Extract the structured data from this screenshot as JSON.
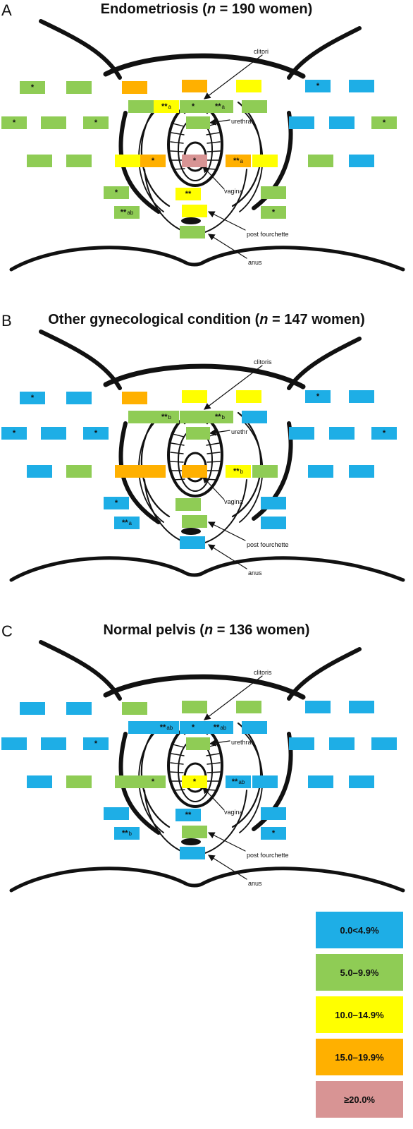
{
  "colors": {
    "blue": "#1EAEE6",
    "green": "#8FCC55",
    "yellow": "#FFFF00",
    "orange": "#FFB000",
    "pink": "#D89494"
  },
  "legend": [
    {
      "label": "0.0<4.9%",
      "color": "blue"
    },
    {
      "label": "5.0–9.9%",
      "color": "green"
    },
    {
      "label": "10.0–14.9%",
      "color": "yellow"
    },
    {
      "label": "15.0–19.9%",
      "color": "orange"
    },
    {
      "label": "≥20.0%",
      "color": "pink"
    }
  ],
  "panels": [
    {
      "letter": "A",
      "title_prefix": "Endometriosis (",
      "title_n": "n",
      "title_suffix": " = 190 women)",
      "labels": {
        "clitoris": "clitori",
        "urethra": "urethra",
        "vagina": "vagina",
        "post_fourchette": "post fourchette",
        "anus": "anus"
      },
      "cells": [
        {
          "color": "green",
          "mark": "*",
          "sup": ""
        },
        {
          "color": "green",
          "mark": "",
          "sup": ""
        },
        {
          "color": "orange",
          "mark": "",
          "sup": ""
        },
        {
          "color": "orange",
          "mark": "",
          "sup": ""
        },
        {
          "color": "yellow",
          "mark": "",
          "sup": ""
        },
        {
          "color": "blue",
          "mark": "*",
          "sup": ""
        },
        {
          "color": "blue",
          "mark": "",
          "sup": ""
        },
        {
          "color": "green",
          "mark": "",
          "sup": ""
        },
        {
          "color": "yellow",
          "mark": "**",
          "sup": "a"
        },
        {
          "color": "green",
          "mark": "*",
          "sup": ""
        },
        {
          "color": "green",
          "mark": "**",
          "sup": "a"
        },
        {
          "color": "green",
          "mark": "",
          "sup": ""
        },
        {
          "color": "green",
          "mark": "*",
          "sup": ""
        },
        {
          "color": "green",
          "mark": "",
          "sup": ""
        },
        {
          "color": "green",
          "mark": "*",
          "sup": ""
        },
        {
          "color": "green",
          "mark": "",
          "sup": ""
        },
        {
          "color": "blue",
          "mark": "",
          "sup": ""
        },
        {
          "color": "blue",
          "mark": "",
          "sup": ""
        },
        {
          "color": "green",
          "mark": "*",
          "sup": ""
        },
        {
          "color": "green",
          "mark": "",
          "sup": ""
        },
        {
          "color": "green",
          "mark": "",
          "sup": ""
        },
        {
          "color": "yellow",
          "mark": "",
          "sup": ""
        },
        {
          "color": "orange",
          "mark": "*",
          "sup": ""
        },
        {
          "color": "pink",
          "mark": "*",
          "sup": ""
        },
        {
          "color": "orange",
          "mark": "**",
          "sup": "a"
        },
        {
          "color": "yellow",
          "mark": "",
          "sup": ""
        },
        {
          "color": "green",
          "mark": "",
          "sup": ""
        },
        {
          "color": "blue",
          "mark": "",
          "sup": ""
        },
        {
          "color": "green",
          "mark": "*",
          "sup": ""
        },
        {
          "color": "yellow",
          "mark": "**",
          "sup": ""
        },
        {
          "color": "green",
          "mark": "",
          "sup": ""
        },
        {
          "color": "green",
          "mark": "**",
          "sup": "ab"
        },
        {
          "color": "yellow",
          "mark": "",
          "sup": ""
        },
        {
          "color": "green",
          "mark": "*",
          "sup": ""
        },
        {
          "color": "green",
          "mark": "",
          "sup": ""
        }
      ]
    },
    {
      "letter": "B",
      "title_prefix": "Other gynecological condition (",
      "title_n": "n",
      "title_suffix": " = 147 women)",
      "labels": {
        "clitoris": "clitoris",
        "urethra": "urethr",
        "vagina": "vagina",
        "post_fourchette": "post fourchette",
        "anus": "anus"
      },
      "cells": [
        {
          "color": "blue",
          "mark": "*",
          "sup": ""
        },
        {
          "color": "blue",
          "mark": "",
          "sup": ""
        },
        {
          "color": "orange",
          "mark": "",
          "sup": ""
        },
        {
          "color": "yellow",
          "mark": "",
          "sup": ""
        },
        {
          "color": "yellow",
          "mark": "",
          "sup": ""
        },
        {
          "color": "blue",
          "mark": "*",
          "sup": ""
        },
        {
          "color": "blue",
          "mark": "",
          "sup": ""
        },
        {
          "color": "green",
          "mark": "",
          "sup": ""
        },
        {
          "color": "green",
          "mark": "**",
          "sup": "b"
        },
        {
          "color": "green",
          "mark": "",
          "sup": ""
        },
        {
          "color": "green",
          "mark": "**",
          "sup": "b"
        },
        {
          "color": "blue",
          "mark": "",
          "sup": ""
        },
        {
          "color": "blue",
          "mark": "*",
          "sup": ""
        },
        {
          "color": "blue",
          "mark": "",
          "sup": ""
        },
        {
          "color": "blue",
          "mark": "*",
          "sup": ""
        },
        {
          "color": "green",
          "mark": "",
          "sup": ""
        },
        {
          "color": "blue",
          "mark": "",
          "sup": ""
        },
        {
          "color": "blue",
          "mark": "",
          "sup": ""
        },
        {
          "color": "blue",
          "mark": "*",
          "sup": ""
        },
        {
          "color": "blue",
          "mark": "",
          "sup": ""
        },
        {
          "color": "green",
          "mark": "",
          "sup": ""
        },
        {
          "color": "orange",
          "mark": "",
          "sup": ""
        },
        {
          "color": "orange",
          "mark": "",
          "sup": ""
        },
        {
          "color": "orange",
          "mark": "",
          "sup": ""
        },
        {
          "color": "yellow",
          "mark": "**",
          "sup": "b"
        },
        {
          "color": "green",
          "mark": "",
          "sup": ""
        },
        {
          "color": "blue",
          "mark": "",
          "sup": ""
        },
        {
          "color": "blue",
          "mark": "",
          "sup": ""
        },
        {
          "color": "blue",
          "mark": "*",
          "sup": ""
        },
        {
          "color": "green",
          "mark": "",
          "sup": ""
        },
        {
          "color": "blue",
          "mark": "",
          "sup": ""
        },
        {
          "color": "blue",
          "mark": "**",
          "sup": "a"
        },
        {
          "color": "green",
          "mark": "",
          "sup": ""
        },
        {
          "color": "blue",
          "mark": "",
          "sup": ""
        },
        {
          "color": "blue",
          "mark": "",
          "sup": ""
        }
      ]
    },
    {
      "letter": "C",
      "title_prefix": "Normal pelvis (",
      "title_n": "n",
      "title_suffix": " = 136 women)",
      "labels": {
        "clitoris": "clitoris",
        "urethra": "urethra",
        "vagina": "vagina",
        "post_fourchette": "post fourchette",
        "anus": "anus"
      },
      "cells": [
        {
          "color": "blue",
          "mark": "",
          "sup": ""
        },
        {
          "color": "blue",
          "mark": "",
          "sup": ""
        },
        {
          "color": "green",
          "mark": "",
          "sup": ""
        },
        {
          "color": "green",
          "mark": "",
          "sup": ""
        },
        {
          "color": "green",
          "mark": "",
          "sup": ""
        },
        {
          "color": "blue",
          "mark": "",
          "sup": ""
        },
        {
          "color": "blue",
          "mark": "",
          "sup": ""
        },
        {
          "color": "blue",
          "mark": "",
          "sup": ""
        },
        {
          "color": "blue",
          "mark": "**",
          "sup": "ab"
        },
        {
          "color": "blue",
          "mark": "*",
          "sup": ""
        },
        {
          "color": "blue",
          "mark": "**",
          "sup": "ab"
        },
        {
          "color": "blue",
          "mark": "",
          "sup": ""
        },
        {
          "color": "blue",
          "mark": "",
          "sup": ""
        },
        {
          "color": "blue",
          "mark": "",
          "sup": ""
        },
        {
          "color": "blue",
          "mark": "*",
          "sup": ""
        },
        {
          "color": "green",
          "mark": "",
          "sup": ""
        },
        {
          "color": "blue",
          "mark": "",
          "sup": ""
        },
        {
          "color": "blue",
          "mark": "",
          "sup": ""
        },
        {
          "color": "blue",
          "mark": "",
          "sup": ""
        },
        {
          "color": "blue",
          "mark": "",
          "sup": ""
        },
        {
          "color": "green",
          "mark": "",
          "sup": ""
        },
        {
          "color": "green",
          "mark": "",
          "sup": ""
        },
        {
          "color": "green",
          "mark": "*",
          "sup": ""
        },
        {
          "color": "yellow",
          "mark": "*",
          "sup": ""
        },
        {
          "color": "blue",
          "mark": "**",
          "sup": "ab"
        },
        {
          "color": "blue",
          "mark": "",
          "sup": ""
        },
        {
          "color": "blue",
          "mark": "",
          "sup": ""
        },
        {
          "color": "blue",
          "mark": "",
          "sup": ""
        },
        {
          "color": "blue",
          "mark": "",
          "sup": ""
        },
        {
          "color": "blue",
          "mark": "**",
          "sup": ""
        },
        {
          "color": "blue",
          "mark": "",
          "sup": ""
        },
        {
          "color": "blue",
          "mark": "**",
          "sup": "b"
        },
        {
          "color": "green",
          "mark": "",
          "sup": ""
        },
        {
          "color": "blue",
          "mark": "*",
          "sup": ""
        },
        {
          "color": "blue",
          "mark": "",
          "sup": ""
        }
      ]
    }
  ]
}
